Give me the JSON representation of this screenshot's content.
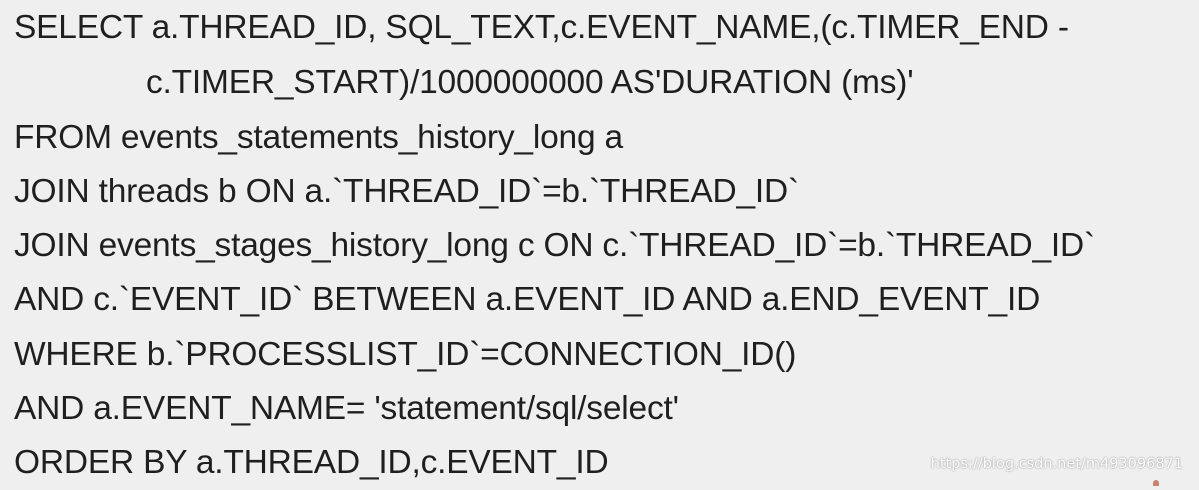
{
  "code": {
    "lines": [
      "SELECT a.THREAD_ID, SQL_TEXT,c.EVENT_NAME,(c.TIMER_END -",
      "c.TIMER_START)/1000000000 AS'DURATION (ms)'",
      "FROM events_statements_history_long a",
      "JOIN threads b ON a.`THREAD_ID`=b.`THREAD_ID`",
      "JOIN events_stages_history_long c ON c.`THREAD_ID`=b.`THREAD_ID`",
      "AND c.`EVENT_ID` BETWEEN a.EVENT_ID AND a.END_EVENT_ID",
      "WHERE b.`PROCESSLIST_ID`=CONNECTION_ID()",
      "AND a.EVENT_NAME= 'statement/sql/select'",
      "ORDER BY a.THREAD_ID,c.EVENT_ID"
    ]
  },
  "watermark": {
    "text": "https://blog.csdn.net/m493096871"
  },
  "colors": {
    "background": "#efefef",
    "text": "#1f1f1f",
    "watermark": "#ffffff"
  }
}
